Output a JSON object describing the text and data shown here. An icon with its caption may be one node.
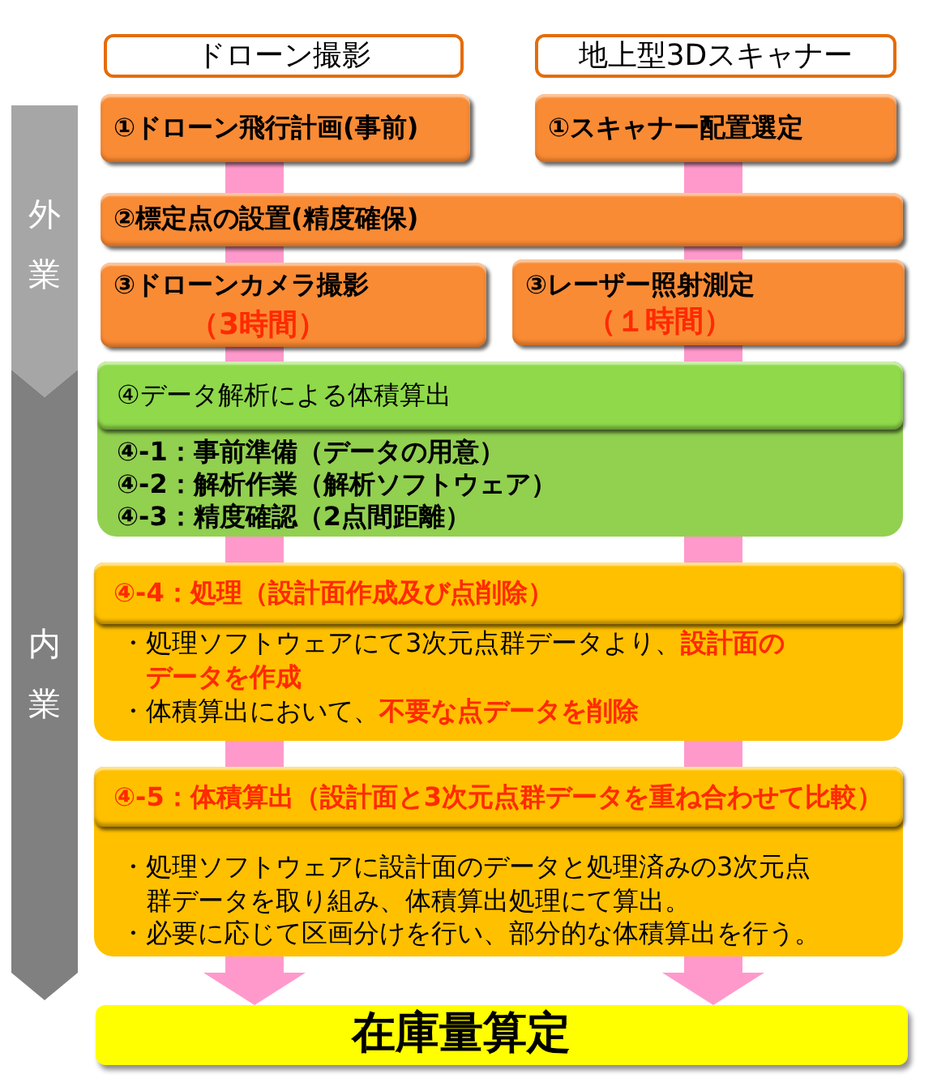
{
  "diagram": {
    "nodes": [
      {
        "text": [
          "ドローン撮影"
        ]
      },
      {
        "text": [
          "地上型3Dスキャナー"
        ]
      },
      {
        "text": [
          "外業"
        ]
      },
      {
        "text": [
          "①ドローン飛行計画(事前)"
        ]
      },
      {
        "text": [
          "①スキャナー配置選定"
        ]
      },
      {
        "text": [
          "②標定点の設置(精度確保)"
        ]
      },
      {
        "text": [
          "③ドローンカメラ撮影",
          "（3時間）"
        ]
      },
      {
        "text": [
          "③レーザー照射測定",
          "（１時間）"
        ]
      },
      {
        "text": [
          "内業"
        ]
      },
      {
        "text": [
          "④データ解析による体積算出",
          "④-1：事前準備（データの用意）",
          "④-2：解析作業（解析ソフトウェア）",
          "④-3：精度確認（2点間距離）"
        ]
      },
      {
        "text": [
          "④-4：処理（設計面作成及び点削除）",
          "・処理ソフトウェアにて3次元点群データより、**設計面のデータを作成**",
          "・体積算出において、**不要な点データを削除**"
        ]
      },
      {
        "text": [
          "④-5：体積算出（設計面と3次元点群データを重ね合わせて比較）",
          "・処理ソフトウェアに設計面のデータと処理済みの3次元点群データを取り組み、体積算出処理にて算出。",
          "・必要に応じて区画分けを行い、部分的な体積算出を行う。"
        ]
      },
      {
        "text": [
          "在庫量算定"
        ]
      }
    ],
    "edges": [
      {
        "from": 3,
        "to": 5,
        "arrow": "none"
      },
      {
        "from": 5,
        "to": 6,
        "arrow": "none"
      },
      {
        "from": 6,
        "to": 9,
        "arrow": "none"
      },
      {
        "from": 9,
        "to": 10,
        "arrow": "none"
      },
      {
        "from": 10,
        "to": 11,
        "arrow": "none"
      },
      {
        "from": 11,
        "to": 12,
        "arrow": "to"
      },
      {
        "from": 4,
        "to": 5,
        "arrow": "none"
      },
      {
        "from": 5,
        "to": 7,
        "arrow": "none"
      },
      {
        "from": 7,
        "to": 9,
        "arrow": "none"
      },
      {
        "from": 9,
        "to": 10,
        "arrow": "none"
      },
      {
        "from": 10,
        "to": 11,
        "arrow": "none"
      },
      {
        "from": 11,
        "to": 12,
        "arrow": "to"
      }
    ]
  }
}
